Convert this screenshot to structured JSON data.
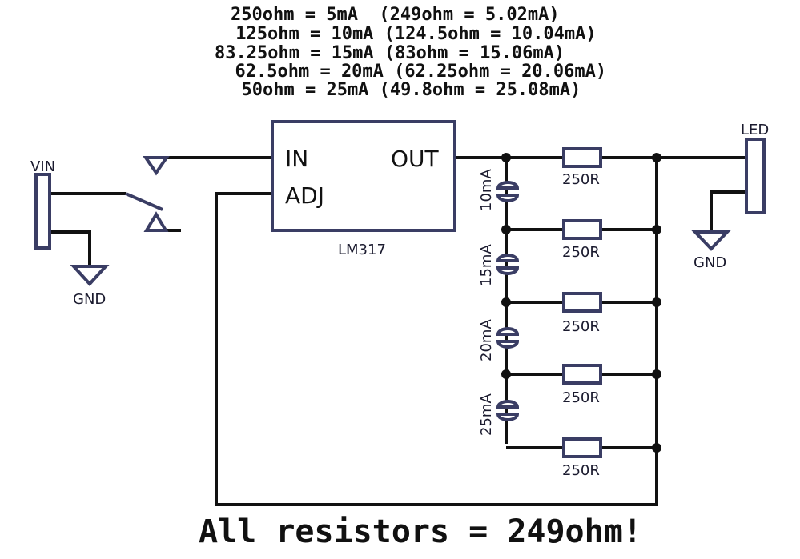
{
  "notes": [
    "250ohm = 5mA  (249ohm = 5.02mA)",
    " 125ohm = 10mA (124.5ohm = 10.04mA)",
    "83.25ohm = 15mA (83ohm = 15.06mA)",
    "  62.5ohm = 20mA (62.25ohm = 20.06mA)",
    "  50ohm = 25mA (49.8ohm = 25.08mA)"
  ],
  "regulator": {
    "name": "LM317",
    "pin_in": "IN",
    "pin_out": "OUT",
    "pin_adj": "ADJ"
  },
  "connectors": {
    "vin": "VIN",
    "led": "LED",
    "gnd_left": "GND",
    "gnd_right": "GND"
  },
  "resistor_label": "250R",
  "jumper_labels": [
    "10mA",
    "15mA",
    "20mA",
    "25mA"
  ],
  "footer": "All resistors = 249ohm!",
  "colors": {
    "component": "#3a3d64",
    "wire": "#111111",
    "background": "#ffffff"
  }
}
